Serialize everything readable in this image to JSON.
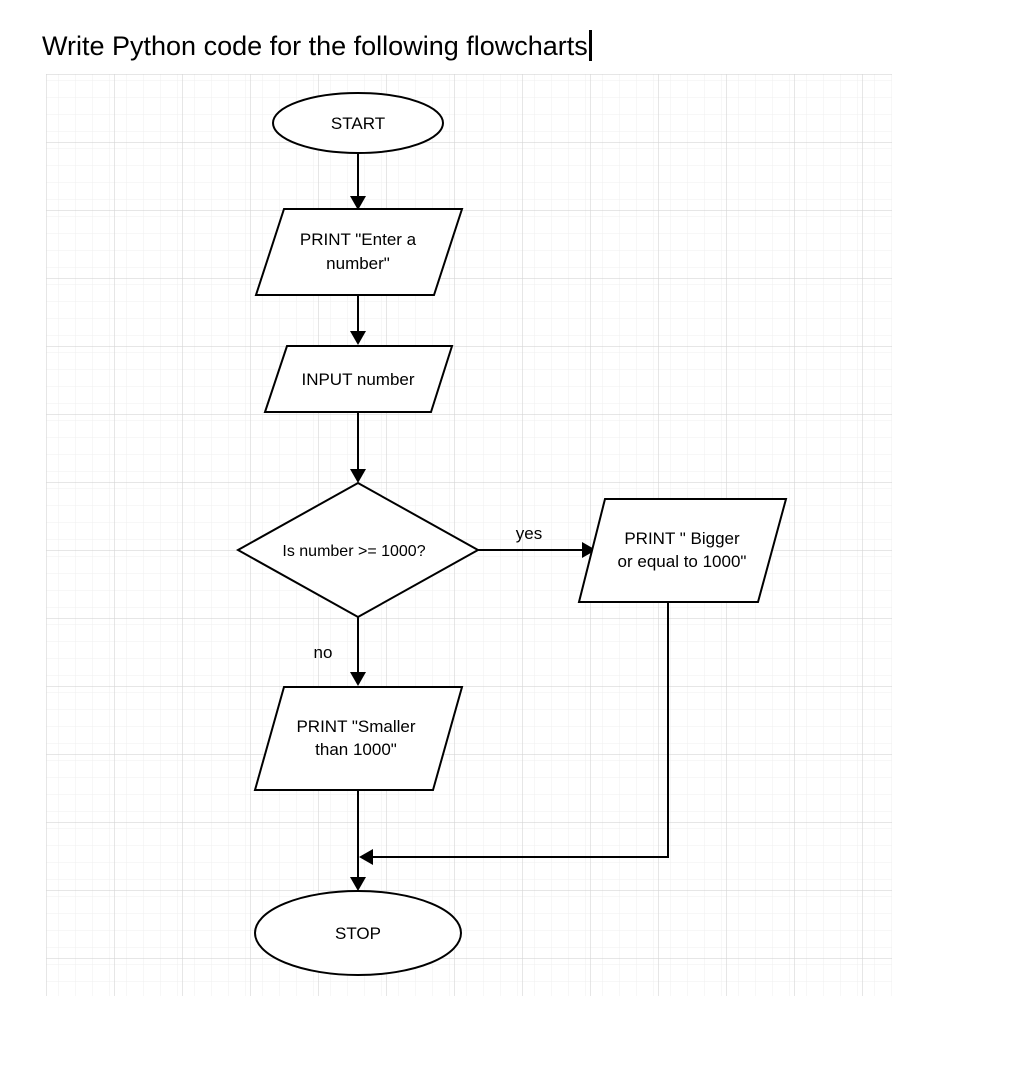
{
  "heading": "Write Python code for the following flowcharts",
  "flowchart": {
    "start": "START",
    "print_prompt": [
      "PRINT \"Enter a",
      "number\""
    ],
    "input": "INPUT number",
    "decision": "Is number >= 1000?",
    "yes_label": "yes",
    "no_label": "no",
    "print_bigger": [
      "PRINT \" Bigger",
      "or equal to 1000\""
    ],
    "print_smaller": [
      "PRINT \"Smaller",
      "than 1000\""
    ],
    "stop": "STOP"
  }
}
